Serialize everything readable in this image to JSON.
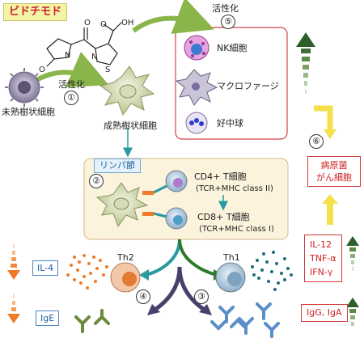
{
  "title": "ビドチモド",
  "labels": {
    "immature_dc": "未熟樹状細胞",
    "mature_dc": "成熟樹状細胞",
    "activation_1": "活性化",
    "activation_5": "活性化",
    "lymph_node": "リンパ節",
    "cd4": "CD4+ T細胞",
    "cd4_sub": "(TCR+MHC class II)",
    "cd8": "CD8+ T細胞",
    "cd8_sub": "(TCR+MHC class I)",
    "th2": "Th2",
    "th1": "Th1",
    "nk": "NK細胞",
    "macrophage": "マクロファージ",
    "neutrophil": "好中球",
    "pathogen_1": "病原菌",
    "pathogen_2": "がん細胞",
    "il4": "IL-4",
    "ige": "IgE",
    "igg_iga": "IgG, IgA",
    "il12": "IL-12",
    "tnf": "TNF-α",
    "ifn": "IFN-γ",
    "molecule_oh": "OH",
    "molecule_o1": "O",
    "molecule_o2": "O",
    "molecule_o3": "O",
    "molecule_n1": "N",
    "molecule_n2": "N",
    "molecule_s": "S"
  },
  "steps": [
    "①",
    "②",
    "③",
    "④",
    "⑤",
    "⑥"
  ],
  "colors": {
    "green_arrow": "#8ab54a",
    "dark_green": "#2e5e2a",
    "orange": "#f07a2a",
    "yellow_arrow": "#f3e04a",
    "purple_arrow": "#4a3f6b",
    "teal_arrow": "#2a9aa0",
    "lymph_fill": "#fcf3dc",
    "cell_box_border": "#d4424a"
  }
}
